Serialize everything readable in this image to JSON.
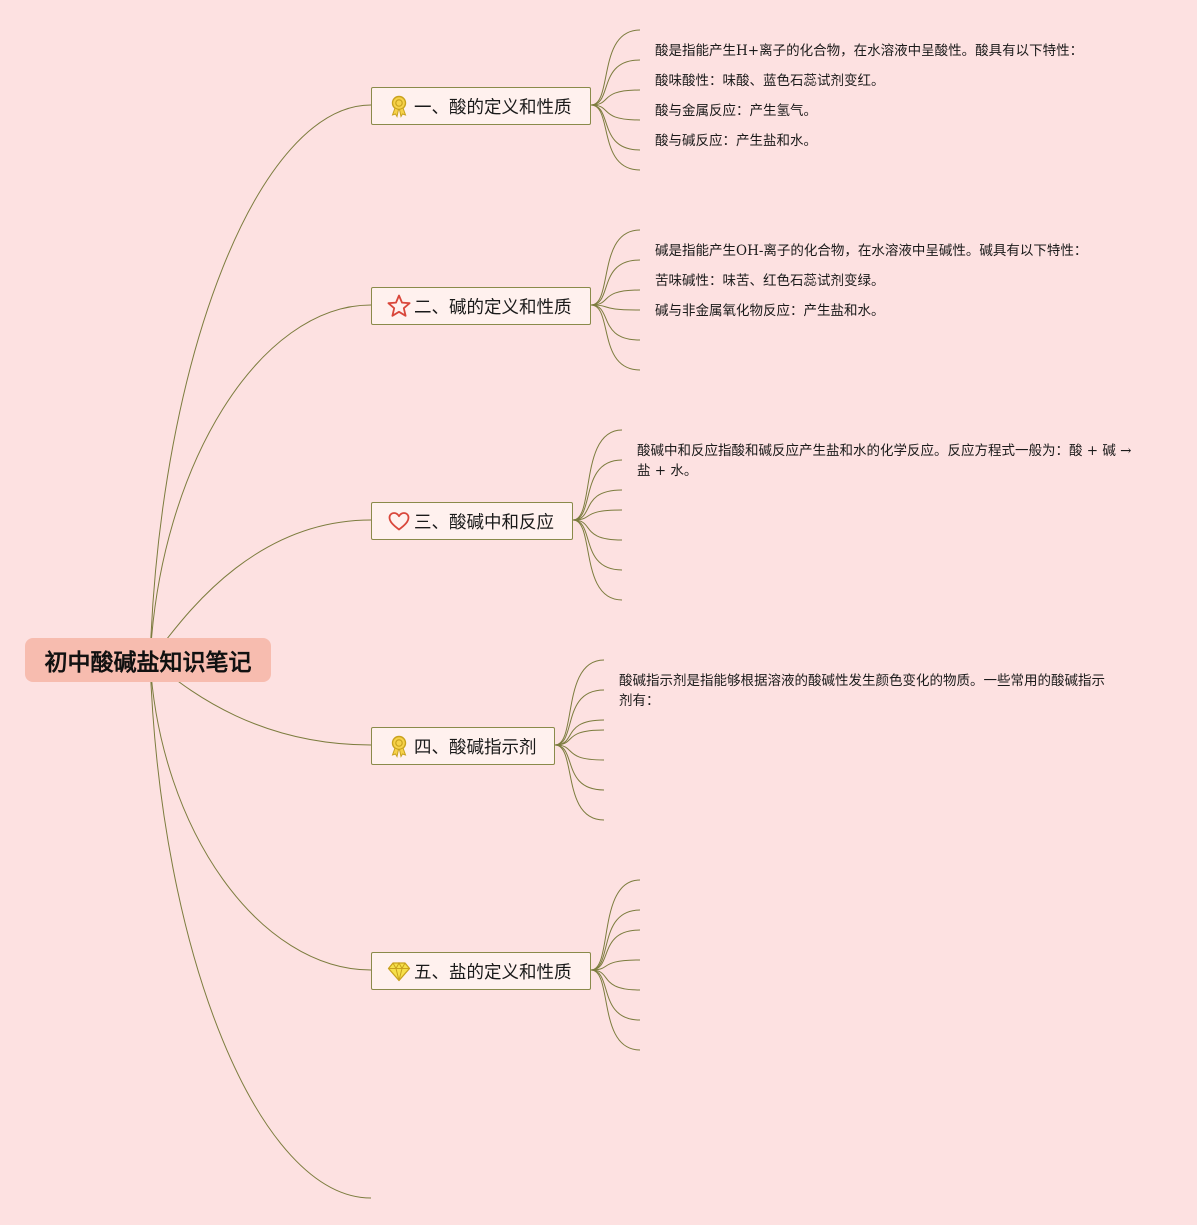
{
  "root": {
    "title": "初中酸碱盐知识笔记"
  },
  "branches": [
    {
      "title": "一、酸的定义和性质",
      "icon": "ribbon-medal-icon",
      "notes": [
        "酸是指能产生H+离子的化合物，在水溶液中呈酸性。酸具有以下特性：",
        "酸味酸性：味酸、蓝色石蕊试剂变红。",
        "酸与金属反应：产生氢气。",
        "酸与碱反应：产生盐和水。"
      ]
    },
    {
      "title": "二、碱的定义和性质",
      "icon": "star-icon",
      "notes": [
        "碱是指能产生OH-离子的化合物，在水溶液中呈碱性。碱具有以下特性：",
        "苦味碱性：味苦、红色石蕊试剂变绿。",
        "碱与非金属氧化物反应：产生盐和水。"
      ]
    },
    {
      "title": "三、酸碱中和反应",
      "icon": "heart-icon",
      "notes": [
        "酸碱中和反应指酸和碱反应产生盐和水的化学反应。反应方程式一般为：酸 + 碱 → 盐 + 水。"
      ]
    },
    {
      "title": "四、酸碱指示剂",
      "icon": "ribbon-medal-icon",
      "notes": [
        "酸碱指示剂是指能够根据溶液的酸碱性发生颜色变化的物质。一些常用的酸碱指示剂有："
      ]
    },
    {
      "title": "五、盐的定义和性质",
      "icon": "diamond-icon",
      "notes": []
    }
  ],
  "colors": {
    "background": "#fde1e1",
    "root_fill": "#f7bcaf",
    "topic_fill": "#fff1ee",
    "link_stroke": "#7c7c3e"
  }
}
